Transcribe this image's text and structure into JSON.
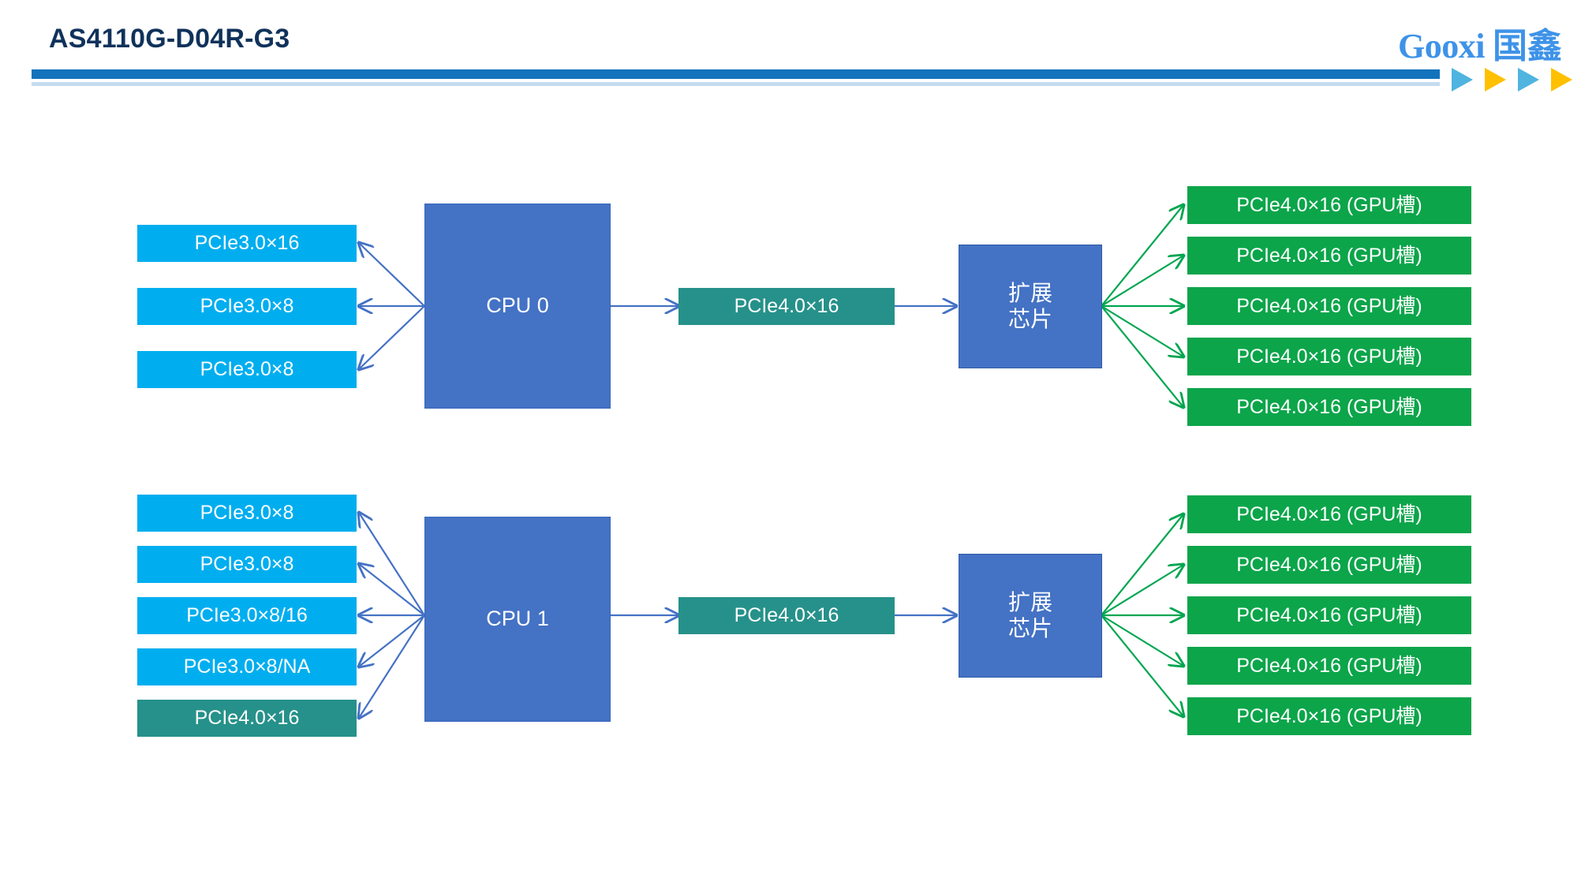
{
  "header": {
    "title": "AS4110G-D04R-G3",
    "logo_latin": "Gooxi",
    "logo_cjk": "国鑫",
    "accent_blue": "#1272BC",
    "accent_light_blue": "#C6DCF0",
    "triangle_blue": "#4FB4E0",
    "triangle_gold": "#FFC000"
  },
  "palette": {
    "cyan": "#00AEEF",
    "teal": "#26918A",
    "green": "#0CA54A",
    "cpu_blue": "#4472C4",
    "blue_arrow": "#4472C4",
    "green_arrow": "#00A650",
    "title_navy": "#10325B"
  },
  "diagram": {
    "type": "block-diagram",
    "groups": [
      {
        "id": "cpu0-group",
        "cpu": {
          "label": "CPU 0"
        },
        "left_slots": [
          {
            "label": "PCIe3.0×16",
            "color": "cyan"
          },
          {
            "label": "PCIe3.0×8",
            "color": "cyan"
          },
          {
            "label": "PCIe3.0×8",
            "color": "cyan"
          }
        ],
        "uplink": {
          "label": "PCIe4.0×16",
          "color": "teal"
        },
        "switch": {
          "line1": "扩展",
          "line2": "芯片"
        },
        "gpu_slots": [
          {
            "label": "PCIe4.0×16 (GPU槽)",
            "color": "green"
          },
          {
            "label": "PCIe4.0×16 (GPU槽)",
            "color": "green"
          },
          {
            "label": "PCIe4.0×16 (GPU槽)",
            "color": "green"
          },
          {
            "label": "PCIe4.0×16 (GPU槽)",
            "color": "green"
          },
          {
            "label": "PCIe4.0×16 (GPU槽)",
            "color": "green"
          }
        ]
      },
      {
        "id": "cpu1-group",
        "cpu": {
          "label": "CPU 1"
        },
        "left_slots": [
          {
            "label": "PCIe3.0×8",
            "color": "cyan"
          },
          {
            "label": "PCIe3.0×8",
            "color": "cyan"
          },
          {
            "label": "PCIe3.0×8/16",
            "color": "cyan"
          },
          {
            "label": "PCIe3.0×8/NA",
            "color": "cyan"
          },
          {
            "label": "PCIe4.0×16",
            "color": "teal"
          }
        ],
        "uplink": {
          "label": "PCIe4.0×16",
          "color": "teal"
        },
        "switch": {
          "line1": "扩展",
          "line2": "芯片"
        },
        "gpu_slots": [
          {
            "label": "PCIe4.0×16 (GPU槽)",
            "color": "green"
          },
          {
            "label": "PCIe4.0×16 (GPU槽)",
            "color": "green"
          },
          {
            "label": "PCIe4.0×16 (GPU槽)",
            "color": "green"
          },
          {
            "label": "PCIe4.0×16 (GPU槽)",
            "color": "green"
          },
          {
            "label": "PCIe4.0×16 (GPU槽)",
            "color": "green"
          }
        ]
      }
    ]
  }
}
